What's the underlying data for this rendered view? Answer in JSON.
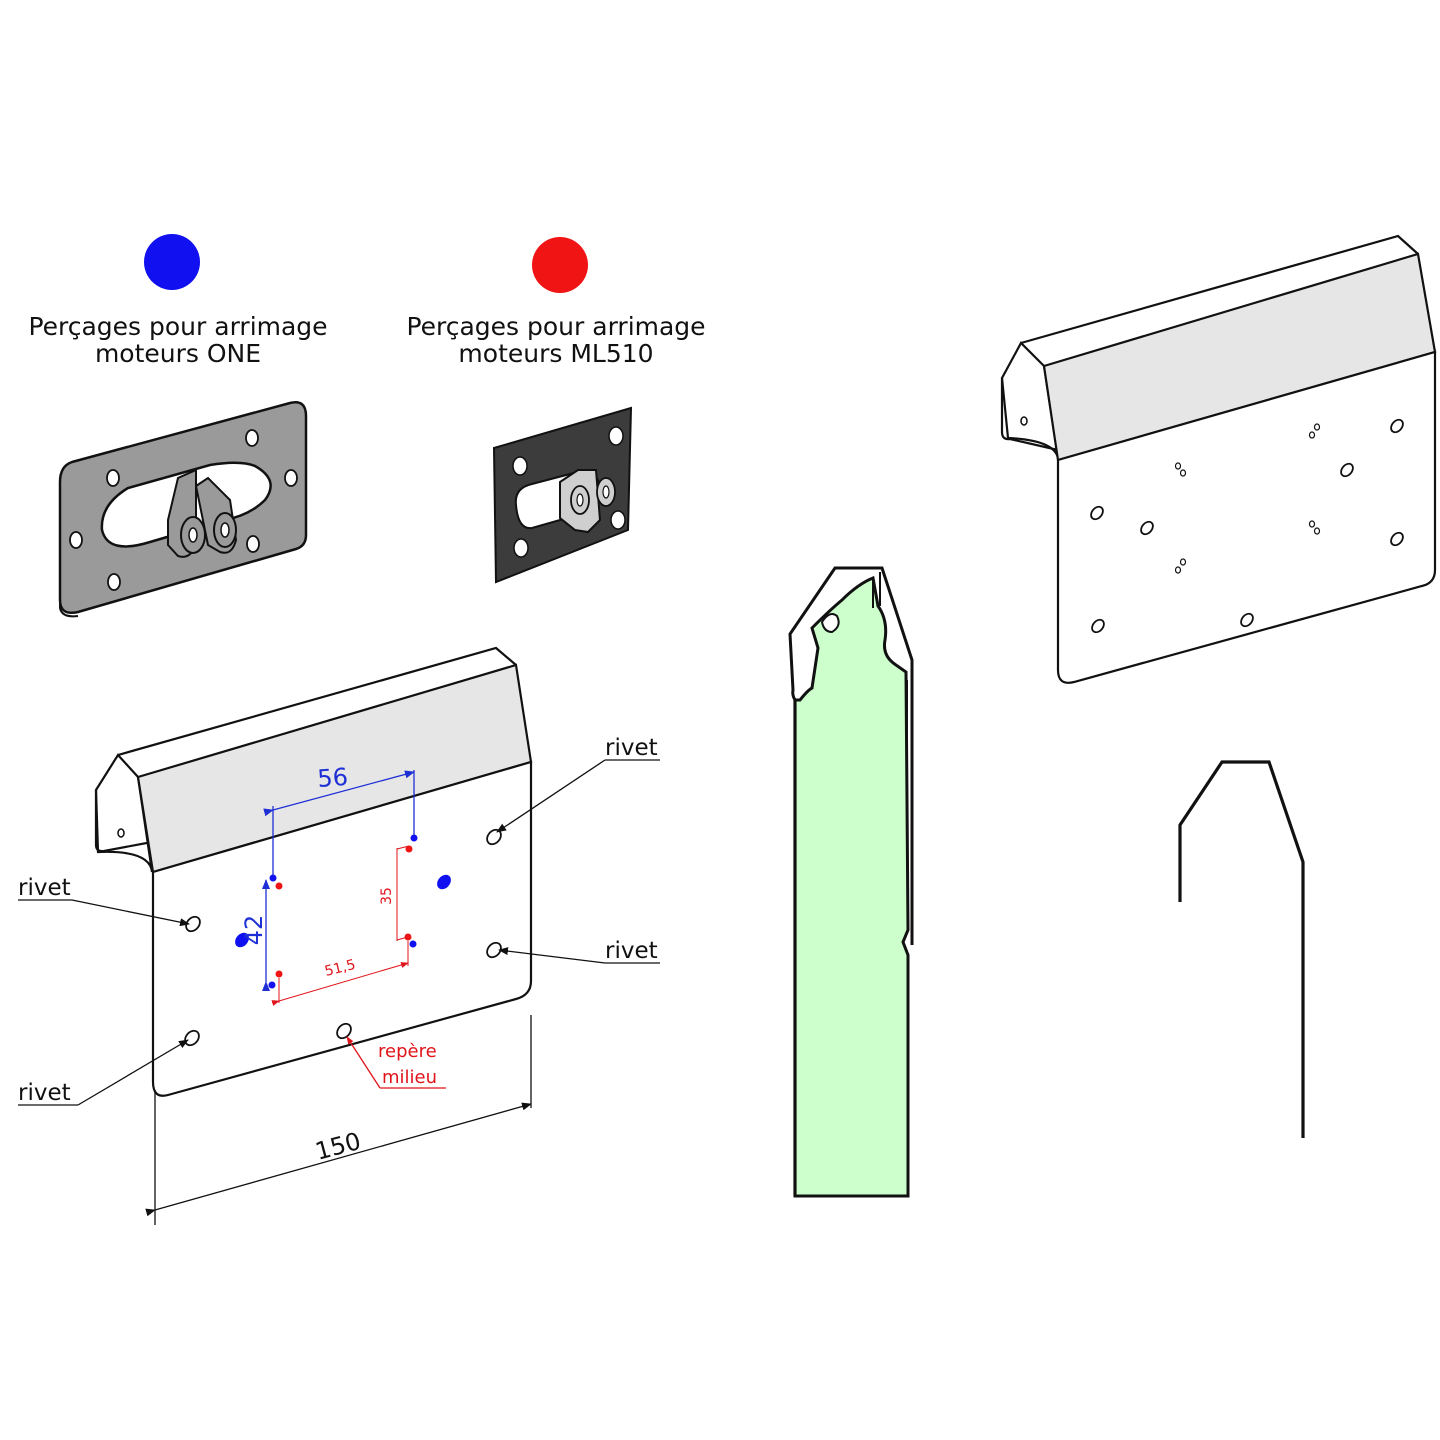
{
  "legend": {
    "one": {
      "color": "#1010f0",
      "line1": "Perçages pour arrimage",
      "line2": "moteurs ONE"
    },
    "ml510": {
      "color": "#f01414",
      "line1": "Perçages pour arrimage",
      "line2": "moteurs ML510"
    }
  },
  "labels": {
    "rivet": "rivet",
    "dim_56": "56",
    "dim_42": "42",
    "dim_35": "35",
    "dim_51_5": "51,5",
    "dim_150": "150",
    "repere_line1": "repère",
    "repere_line2": "milieu"
  },
  "colors": {
    "profile_fill": "#ccffcc",
    "plate_fill": "#ffffff",
    "lip_fill": "#e6e6e6",
    "bracket_grey": "#9a9a9a",
    "bracket_dark": "#3c3c3c",
    "dim_blue": "#1e2fd6",
    "dim_red": "#e0141b"
  }
}
